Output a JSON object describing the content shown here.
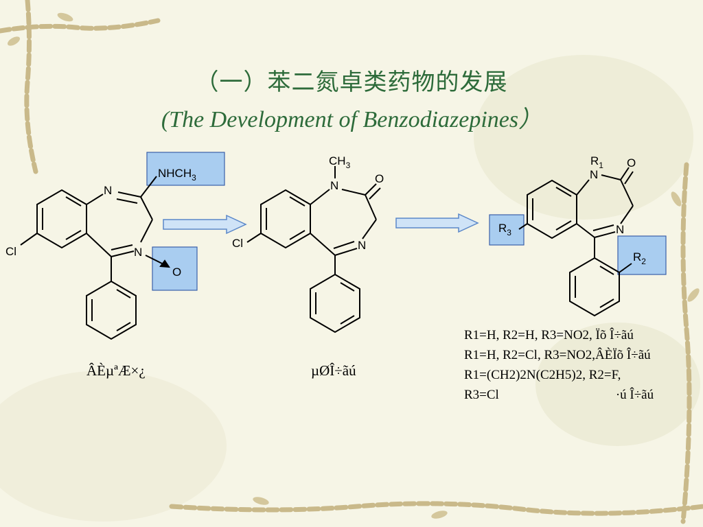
{
  "slide": {
    "title_zh": "（一）苯二氮卓类药物的发展",
    "title_en": "(The Development of Benzodiazepines）"
  },
  "structures": [
    {
      "labels": {
        "cl": "Cl",
        "n1": "N",
        "n2": "N",
        "nhch3": "NHCH",
        "nhch3_sub": "3",
        "oxide": "O"
      },
      "caption": "ÂÈµªÆ×¿"
    },
    {
      "labels": {
        "cl": "Cl",
        "n1": "N",
        "n2": "N",
        "o": "O",
        "ch3": "CH",
        "ch3_sub": "3"
      },
      "caption": "µØÎ÷ãú"
    },
    {
      "labels": {
        "n1": "N",
        "n2": "N",
        "o": "O",
        "r1": "R",
        "r1_sub": "1",
        "r2": "R",
        "r2_sub": "2",
        "r3": "R",
        "r3_sub": "3"
      }
    }
  ],
  "substituents": {
    "line1": {
      "text": "R1=H, R2=H, R3=NO2, Ïõ Î÷ãú"
    },
    "line2": {
      "text": "R1=H, R2=Cl, R3=NO2,ÂÈÏõ Î÷ãú"
    },
    "line3": {
      "text": "R1=(CH2)2N(C2H5)2, R2=F,"
    },
    "line4": {
      "text": "R3=Cl",
      "name": "·ú Î÷ãú"
    }
  },
  "colors": {
    "title": "#2d6b3a",
    "highlight_box": "#a9cdf0",
    "box_border": "#3a5fa8",
    "arrow_fill": "#cfe3f7",
    "arrow_stroke": "#5a87c8"
  }
}
